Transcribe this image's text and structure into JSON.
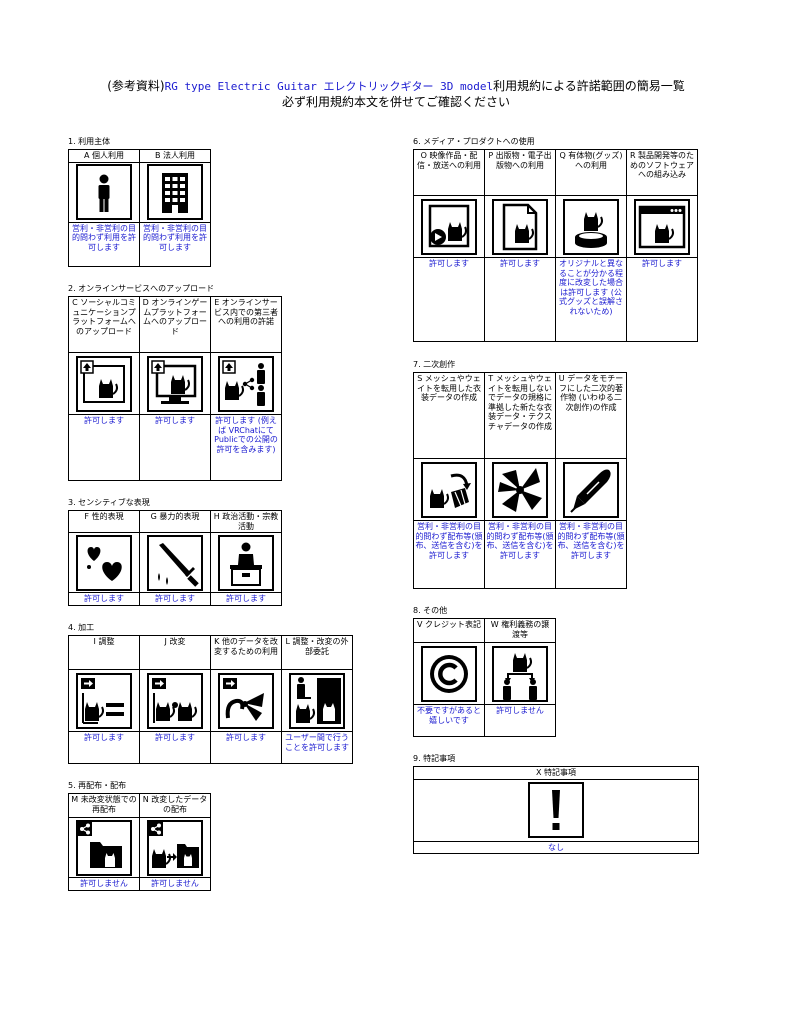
{
  "header": {
    "line1_prefix": "(参考資料)",
    "line1_model": "RG type Electric Guitar エレクトリックギター 3D model",
    "line1_suffix": "利用規約による許諾範囲の簡易一覧",
    "line2": "必ず利用規約本文を併せてご確認ください"
  },
  "sections": {
    "s1": {
      "label": "1. 利用主体",
      "items": [
        {
          "header": "A 個人利用",
          "status": "営利・非営利の目的問わず利用を許可します",
          "icon": "person-icon"
        },
        {
          "header": "B 法人利用",
          "status": "営利・非営利の目的問わず利用を許可します",
          "icon": "building-icon"
        }
      ]
    },
    "s2": {
      "label": "2. オンラインサービスへのアップロード",
      "items": [
        {
          "header": "C ソーシャルコミュニケーションプラットフォームへのアップロード",
          "status": "許可します",
          "icon": "upload-cat-icon"
        },
        {
          "header": "D オンラインゲームプラットフォームへのアップロード",
          "status": "許可します",
          "icon": "upload-monitor-icon"
        },
        {
          "header": "E オンラインサービス内での第三者への利用の許諾",
          "status": "許可します (例えば VRChatにて Publicでの公開の許可を含みます)",
          "icon": "share-users-icon"
        }
      ]
    },
    "s3": {
      "label": "3. センシティブな表現",
      "items": [
        {
          "header": "F 性的表現",
          "status": "許可します",
          "icon": "hearts-icon"
        },
        {
          "header": "G 暴力的表現",
          "status": "許可します",
          "icon": "knife-icon"
        },
        {
          "header": "H 政治活動・宗教活動",
          "status": "許可します",
          "icon": "podium-icon"
        }
      ]
    },
    "s4": {
      "label": "4. 加工",
      "items": [
        {
          "header": "I 調整",
          "status": "許可します",
          "icon": "adjust-icon"
        },
        {
          "header": "J 改変",
          "status": "許可します",
          "icon": "modify-icon"
        },
        {
          "header": "K 他のデータを改変するための利用",
          "status": "許可します",
          "icon": "bow-icon"
        },
        {
          "header": "L 調整・改変の外部委託",
          "status": "ユーザー間で行うことを許可します",
          "icon": "outsource-icon"
        }
      ]
    },
    "s5": {
      "label": "5. 再配布・配布",
      "items": [
        {
          "header": "M 未改変状態での再配布",
          "status": "許可しません",
          "icon": "redistribute-icon"
        },
        {
          "header": "N 改変したデータの配布",
          "status": "許可しません",
          "icon": "distribute-modified-icon"
        }
      ]
    },
    "s6": {
      "label": "6. メディア・プロダクトへの使用",
      "items": [
        {
          "header": "O 映像作品・配信・放送への利用",
          "status": "許可します",
          "icon": "video-icon"
        },
        {
          "header": "P 出版物・電子出版物への利用",
          "status": "許可します",
          "icon": "document-icon"
        },
        {
          "header": "Q 有体物(グッズ)への利用",
          "status": "オリジナルと異なることが分かる程度に改変した場合は許可します (公式グッズと誤解されないため)",
          "icon": "figure-icon"
        },
        {
          "header": "R 製品開発等のためのソフトウェアへの組み込み",
          "status": "許可します",
          "icon": "software-icon"
        }
      ]
    },
    "s7": {
      "label": "7. 二次創作",
      "items": [
        {
          "header": "S メッシュやウェイトを転用した衣装データの作成",
          "status": "営利・非営利の目的問わず配布等(頒布、送信を含む)を許可します",
          "icon": "mesh-icon"
        },
        {
          "header": "T メッシュやウェイトを転用しないでデータの規格に準拠した新たな衣装データ・テクスチャデータの作成",
          "status": "営利・非営利の目的問わず配布等(頒布、送信を含む)を許可します",
          "icon": "fabric-icon"
        },
        {
          "header": "U データをモチーフにした二次的著作物 (いわゆる二次創作)の作成",
          "status": "営利・非営利の目的問わず配布等(頒布、送信を含む)を許可します",
          "icon": "pen-icon"
        }
      ]
    },
    "s8": {
      "label": "8. その他",
      "items": [
        {
          "header": "V クレジット表記",
          "status": "不要ですがあると嬉しいです",
          "icon": "copyright-icon"
        },
        {
          "header": "W 権利義務の譲渡等",
          "status": "許可しません",
          "icon": "transfer-icon"
        }
      ]
    },
    "s9": {
      "label": "9. 特記事項",
      "items": [
        {
          "header": "X 特記事項",
          "status": "なし",
          "icon": "exclamation-icon"
        }
      ]
    }
  }
}
